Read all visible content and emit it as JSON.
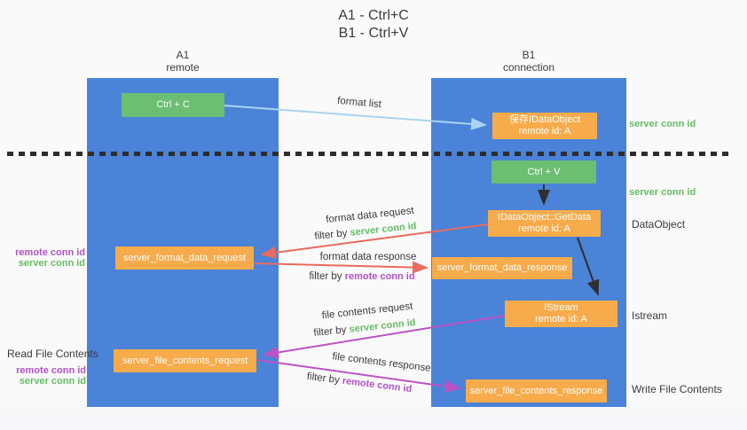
{
  "title": {
    "line1": "A1 - Ctrl+C",
    "line2": "B1 - Ctrl+V"
  },
  "columns": {
    "a1": {
      "name": "A1",
      "subtitle": "remote"
    },
    "b1": {
      "name": "B1",
      "subtitle": "connection"
    }
  },
  "nodes": {
    "ctrl_c": "Ctrl + C",
    "save_dataobject_line1": "保存IDataObject",
    "save_dataobject_line2": "remote id: A",
    "ctrl_v": "Ctrl + V",
    "getdata_line1": "IDataObject::GetData",
    "getdata_line2": "remote id: A",
    "format_request": "server_format_data_request",
    "format_response": "server_format_data_response",
    "istream_line1": "IStream",
    "istream_line2": "remote id: A",
    "file_request": "server_file_contents_request",
    "file_response": "server_file_contents_response"
  },
  "arrow_labels": {
    "format_list": "format list",
    "format_data_request": "format data request",
    "format_data_response": "format data response",
    "file_contents_request": "file contents request",
    "file_contents_response": "file contents response",
    "filter_by": "filter by",
    "server_conn_id": "server conn id",
    "remote_conn_id": "remote conn id"
  },
  "side_labels": {
    "server_conn_id_top_right": "server conn id",
    "server_conn_id_mid_right": "server conn id",
    "data_object": "DataObject",
    "istream": "Istream",
    "remote_conn_id_left_1": "remote conn id",
    "server_conn_id_left_1": "server conn id",
    "read_file_contents": "Read File Contents",
    "remote_conn_id_left_2": "remote conn id",
    "server_conn_id_left_2": "server conn id",
    "write_file_contents": "Write File Contents"
  },
  "colors": {
    "column_blue": "#4a83d8",
    "node_green": "#6cbe72",
    "node_orange": "#f7ab4b",
    "text_green": "#64be64",
    "text_purple": "#b152c8",
    "arrow_red": "#e96a5f",
    "arrow_purple": "#bc53c5",
    "arrow_lightblue": "#a9d4f1",
    "arrow_black": "#2f2f2f",
    "background": "#fafafa"
  }
}
